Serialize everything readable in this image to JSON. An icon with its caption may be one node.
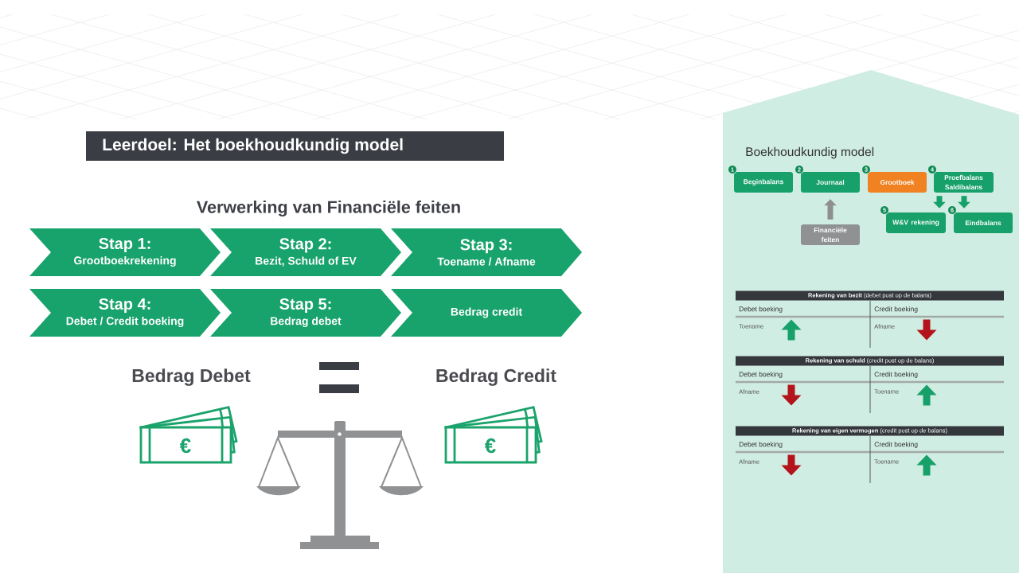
{
  "diagram": {
    "title": "Leerdoel: Het boekhoudkundig model",
    "nodes": [
      {
        "text": [
          "Stap 1:",
          "Grootboekrekening"
        ]
      },
      {
        "text": [
          "Stap 2:",
          "Bezit, Schuld of EV"
        ]
      },
      {
        "text": [
          "Stap 3:",
          "Toename / Afname"
        ]
      },
      {
        "text": [
          "Stap 4:",
          "Debet / Credit boeking"
        ]
      },
      {
        "text": [
          "Stap 5:",
          "Bedrag debet"
        ]
      },
      {
        "text": [
          "Bedrag credit"
        ]
      },
      {
        "text": [
          "Beginbalans"
        ],
        "beside": [
          "1"
        ]
      },
      {
        "text": [
          "Journaal"
        ],
        "beside": [
          "2"
        ]
      },
      {
        "text": [
          "Grootboek"
        ],
        "beside": [
          "3"
        ]
      },
      {
        "text": [
          "Proefbalans",
          "Saldibalans"
        ],
        "beside": [
          "4"
        ]
      },
      {
        "text": [
          "W&V rekening"
        ],
        "beside": [
          "5"
        ]
      },
      {
        "text": [
          "Eindbalans"
        ],
        "beside": [
          "6"
        ]
      },
      {
        "text": [
          "Financiële feiten"
        ]
      },
      {
        "text": [
          "**Rekening van bezit** (debet post op de balans)"
        ]
      },
      {
        "text": [
          "**Rekening van schuld** (credit post op de balans)"
        ]
      },
      {
        "text": [
          "**Rekening van eigen vermogen** (credit post op de balans)"
        ]
      }
    ],
    "edges": [
      {
        "from": 12,
        "to": 7,
        "arrow": "to",
        "color": "#8e8f91"
      },
      {
        "from": 9,
        "to": 10,
        "arrow": "to"
      },
      {
        "from": 9,
        "to": 11,
        "arrow": "to"
      }
    ],
    "labels": [
      "Verwerking van Financiële feiten",
      "Bedrag Debet",
      "Bedrag Credit",
      "€",
      "€",
      "Boekhoudkundig model",
      "Debet boeking",
      "Credit boeking",
      "Toename",
      "Afname",
      "Debet boeking",
      "Credit boeking",
      "Afname",
      "Toename",
      "Debet boeking",
      "Credit boeking",
      "Afname",
      "Toename"
    ]
  }
}
